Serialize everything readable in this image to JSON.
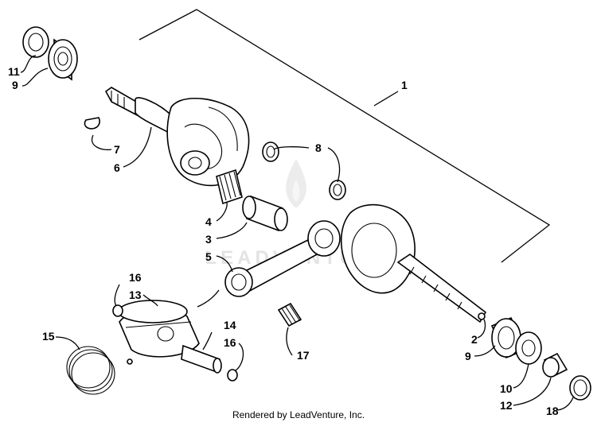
{
  "diagram": {
    "callouts": {
      "c1": "1",
      "c2": "2",
      "c3": "3",
      "c4": "4",
      "c5": "5",
      "c6": "6",
      "c7": "7",
      "c8": "8",
      "c9a": "9",
      "c9b": "9",
      "c10": "10",
      "c11": "11",
      "c12": "12",
      "c13": "13",
      "c14": "14",
      "c15": "15",
      "c16a": "16",
      "c16b": "16",
      "c17": "17",
      "c18": "18"
    },
    "watermark": "LEADVENTURE",
    "footer": "Rendered by LeadVenture, Inc."
  }
}
